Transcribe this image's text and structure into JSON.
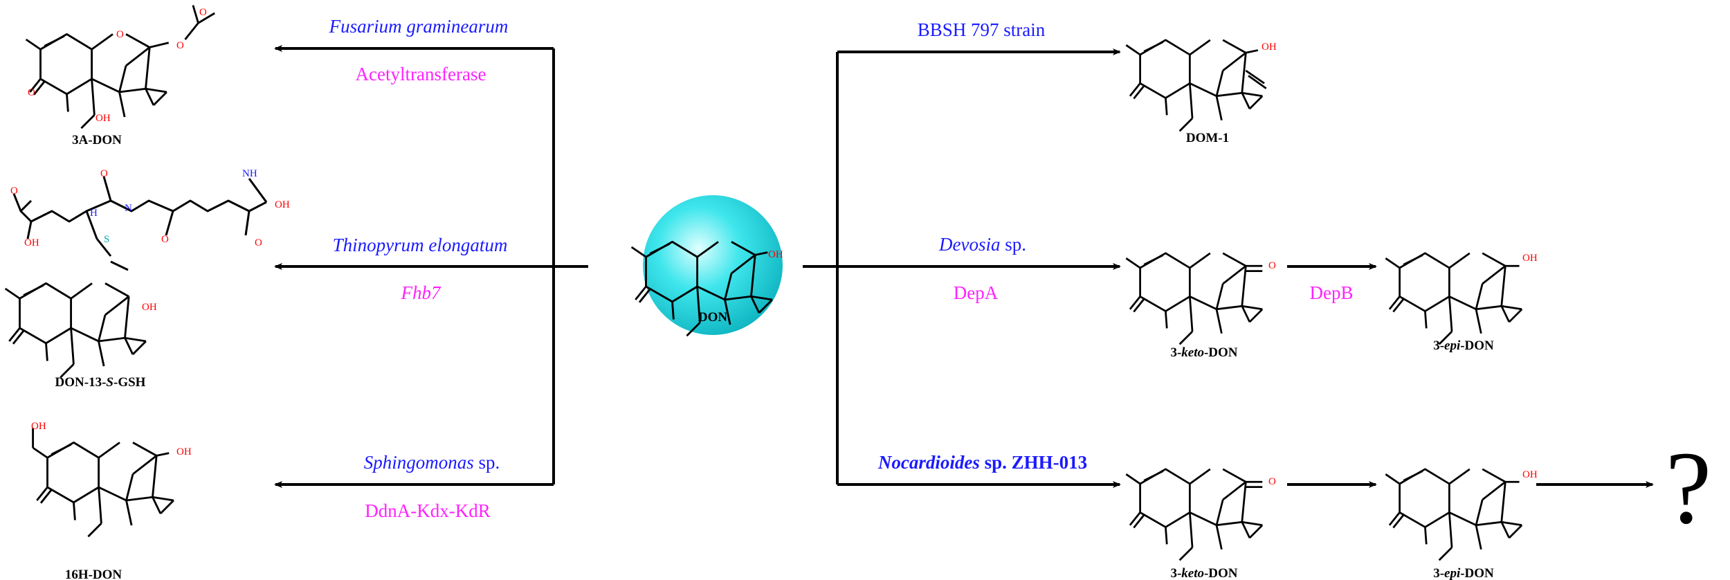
{
  "center": {
    "compound": "DON",
    "oh_label": "OH"
  },
  "left": {
    "top": {
      "organism": "Fusarium graminearum",
      "enzyme": "Acetyltransferase",
      "product": "3A-DON"
    },
    "middle": {
      "organism": "Thinopyrum elongatum",
      "enzyme": "Fhb7",
      "product_pre": "DON-13-",
      "product_it": "S",
      "product_post": "-GSH"
    },
    "bottom": {
      "organism_it": "Sphingomonas",
      "organism_rest": " sp.",
      "enzyme": "DdnA-Kdx-KdR",
      "product": "16H-DON"
    }
  },
  "right": {
    "top": {
      "organism": "BBSH 797 strain",
      "product": "DOM-1"
    },
    "middle": {
      "organism_it": "Devosia",
      "organism_rest": " sp.",
      "enzyme1": "DepA",
      "enzyme2": "DepB",
      "product1_pre": "3-",
      "product1_it": "keto",
      "product1_post": "-DON",
      "product2_pre": "3-",
      "product2_it": "epi",
      "product2_post": "-DON"
    },
    "bottom": {
      "organism_it": "Nocardioides",
      "organism_rest": " sp. ZHH-013",
      "product1_pre": "3-",
      "product1_it": "keto",
      "product1_post": "-DON",
      "product2_pre": "3-",
      "product2_it": "epi",
      "product2_post": "-DON",
      "unknown": "?"
    }
  },
  "atoms": {
    "O": "O",
    "OH": "OH",
    "H": "H",
    "N": "N",
    "NH2": "NH",
    "S": "S"
  }
}
